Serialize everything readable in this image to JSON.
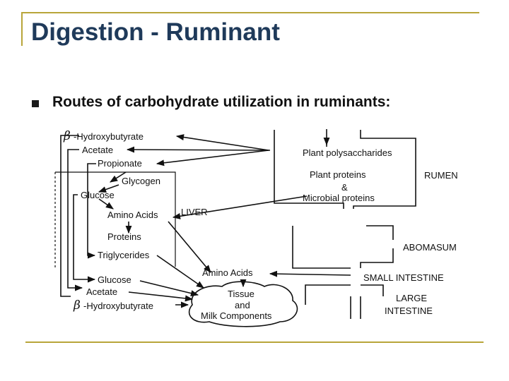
{
  "title": "Digestion - Ruminant",
  "bullet": "Routes of carbohydrate utilization in ruminants:",
  "diagram": {
    "beta": "β",
    "hydroxybutyrate_top": "-Hydroxybutyrate",
    "acetate_top": "Acetate",
    "propionate": "Propionate",
    "plant_polysaccharides": "Plant polysaccharides",
    "plant_proteins": "Plant proteins",
    "ampersand": "&",
    "microbial_proteins": "Microbial proteins",
    "rumen": "RUMEN",
    "glycogen": "Glycogen",
    "glucose_liver": "Glucose",
    "amino_acids_liver": "Amino Acids",
    "liver": "LIVER",
    "proteins": "Proteins",
    "triglycerides": "Triglycerides",
    "abomasum": "ABOMASUM",
    "amino_acids_si": "Amino Acids",
    "small_intestine": "SMALL INTESTINE",
    "glucose_bottom": "Glucose",
    "acetate_bottom": "Acetate",
    "hydroxybutyrate_bottom": "-Hydroxybutyrate",
    "tissue": "Tissue",
    "and": "and",
    "milk_components": "Milk Components",
    "large": "LARGE",
    "intestine": "INTESTINE"
  }
}
